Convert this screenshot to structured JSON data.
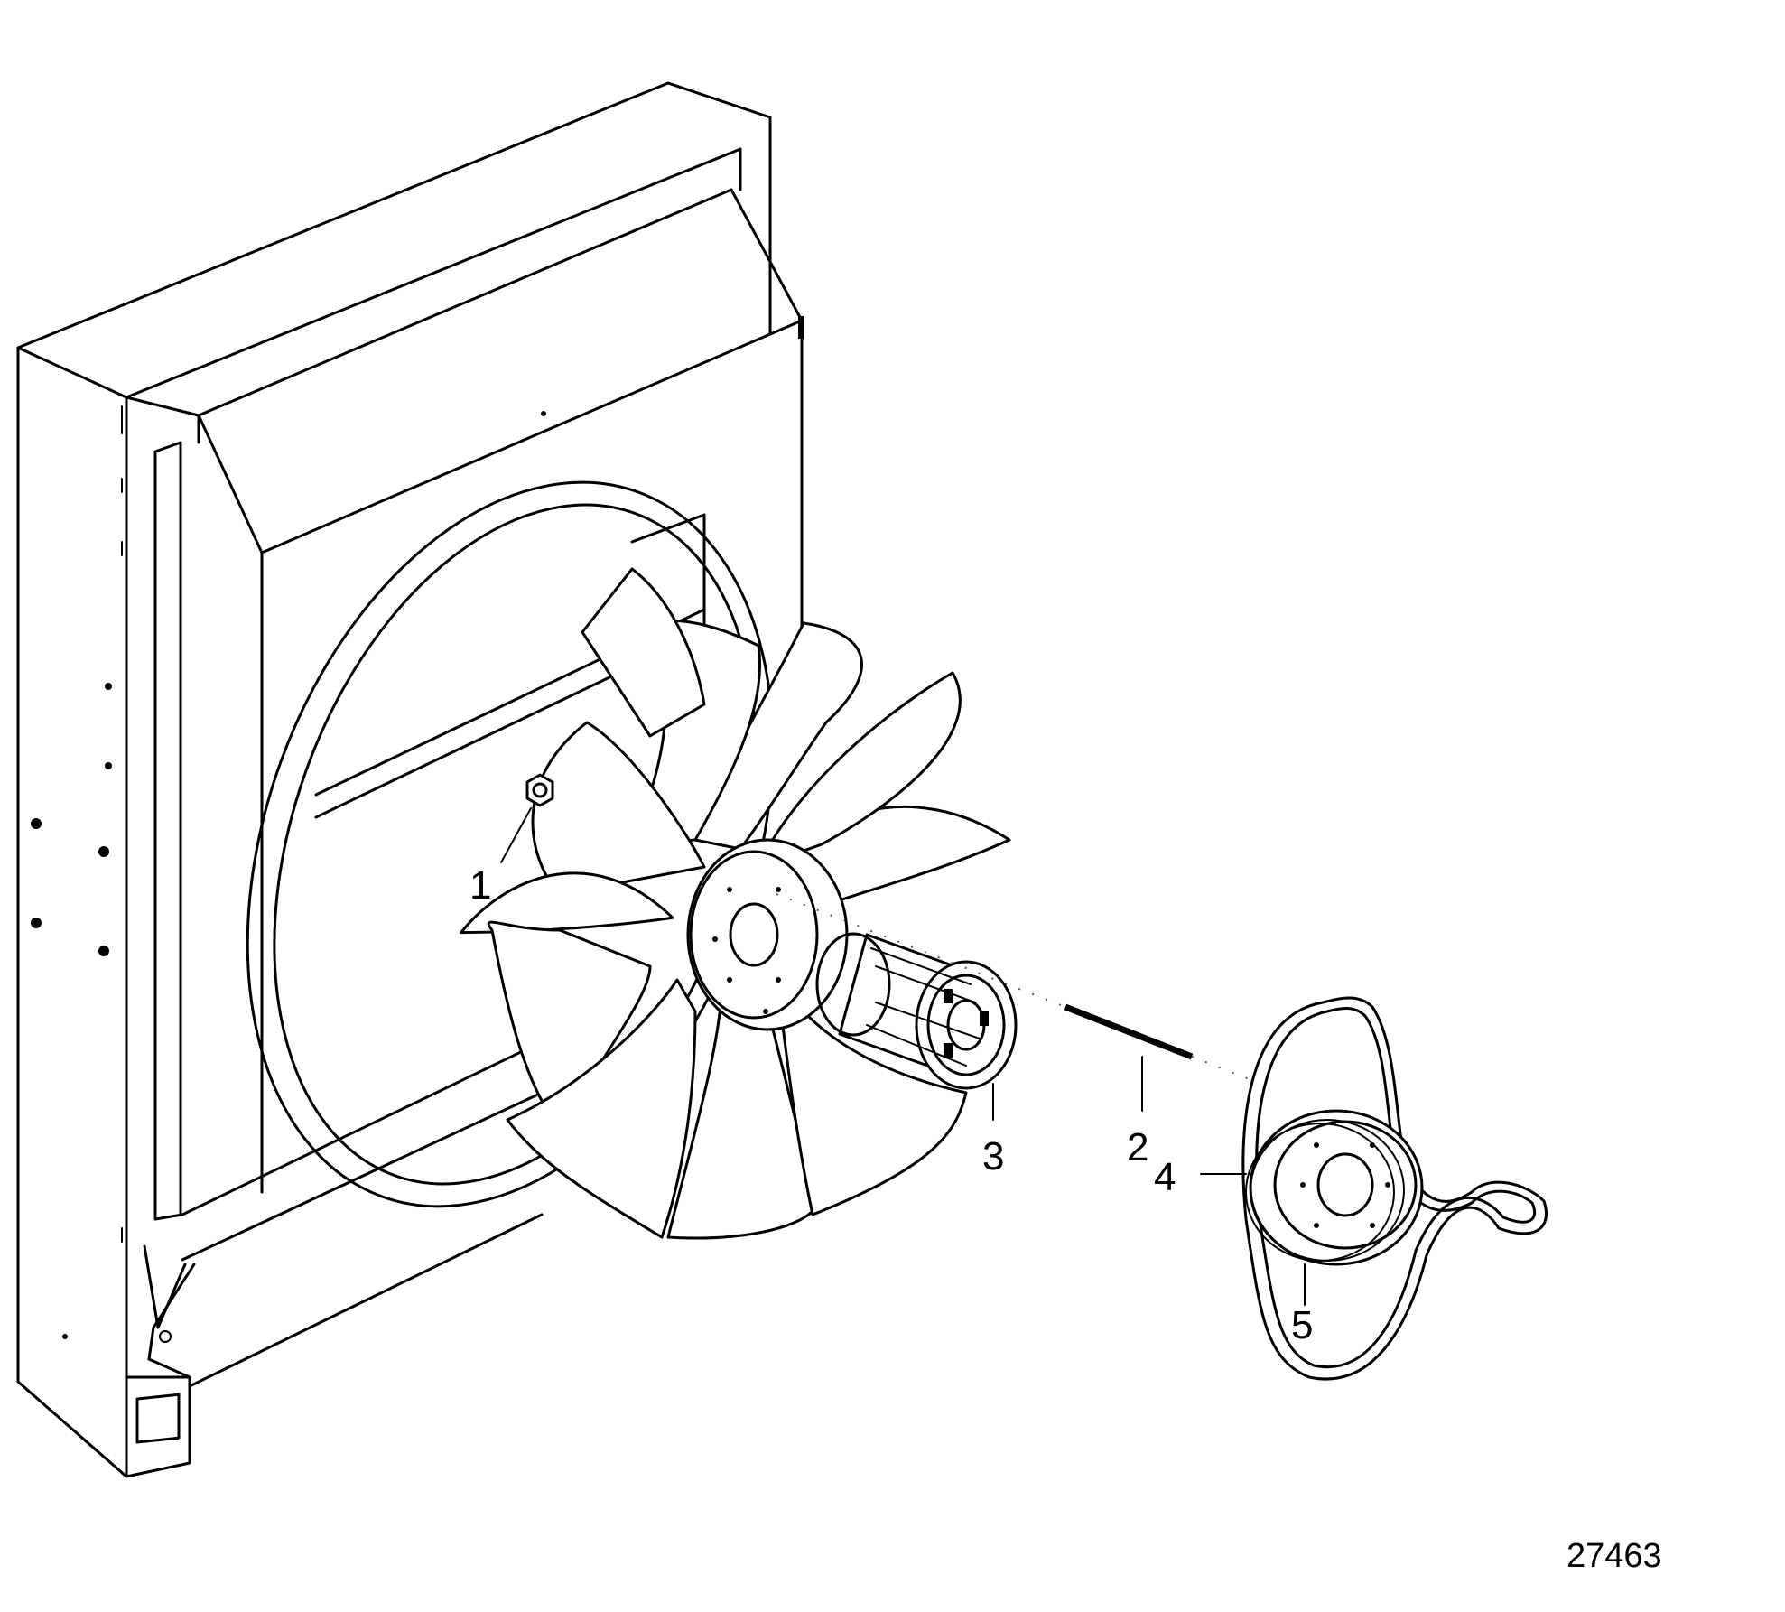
{
  "callouts": [
    {
      "id": "1",
      "label": "1"
    },
    {
      "id": "2",
      "label": "2"
    },
    {
      "id": "3",
      "label": "3"
    },
    {
      "id": "4",
      "label": "4"
    },
    {
      "id": "5",
      "label": "5"
    }
  ],
  "figure_number": "27463",
  "colors": {
    "line": "#000000",
    "background": "#ffffff"
  }
}
